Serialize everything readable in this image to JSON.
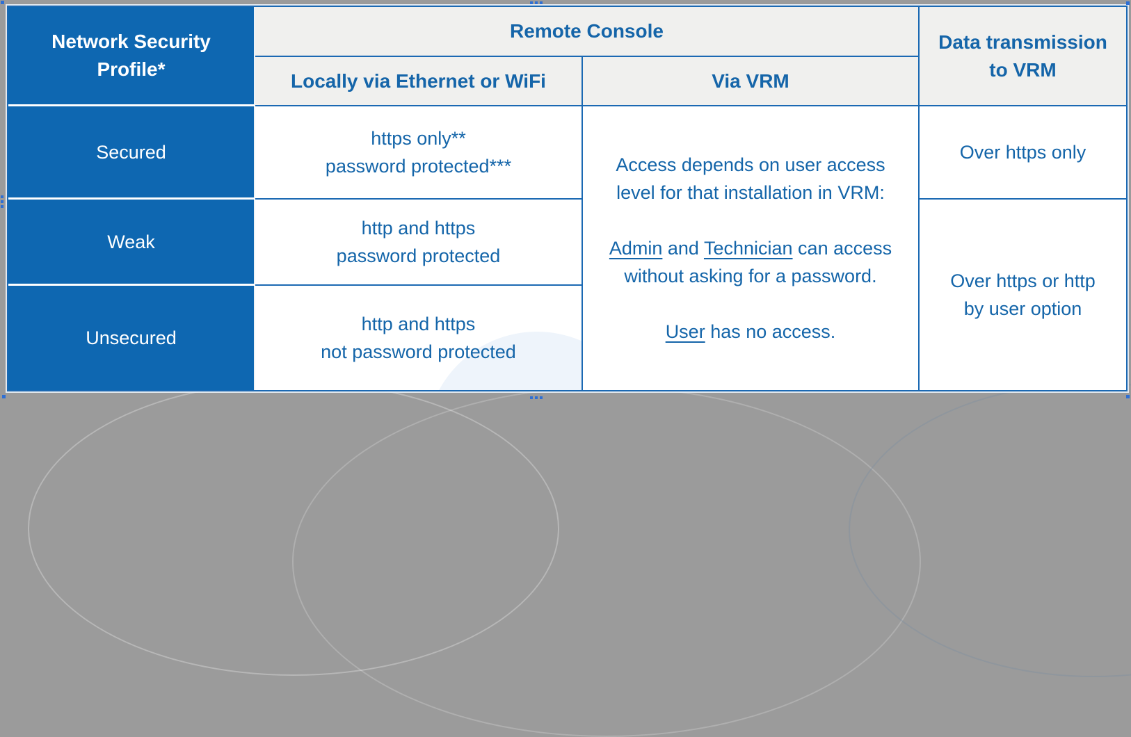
{
  "colors": {
    "blue_fill": "#0e67b1",
    "border_blue": "#1b69b3",
    "header_bg": "#f0f0ee",
    "text_blue": "#1465a9",
    "outer_gray": "#9b9b9b",
    "handle_blue": "#2e6fd4",
    "watermark_blue": "#eef4fb"
  },
  "header": {
    "profile": "Network Security\nProfile*",
    "remote_console": "Remote Console",
    "locally": "Locally via Ethernet or WiFi",
    "via_vrm": "Via VRM",
    "data_transmission": "Data transmission\nto VRM"
  },
  "rows": {
    "secured": {
      "profile": "Secured",
      "local": "https only**\npassword protected***",
      "data_transmission": "Over https only"
    },
    "weak": {
      "profile": "Weak",
      "local": "http and https\npassword protected"
    },
    "unsecured": {
      "profile": "Unsecured",
      "local": "http and https\nnot password protected"
    },
    "weak_unsecured_data_transmission": "Over https or http\nby user option"
  },
  "via_vrm_cell": {
    "intro": "Access depends on user access\nlevel for that installation in VRM:",
    "admin": "Admin",
    "and": " and ",
    "technician": "Technician",
    "can_access": " can access\nwithout asking for a password.",
    "user": "User",
    "no_access": " has no access."
  }
}
